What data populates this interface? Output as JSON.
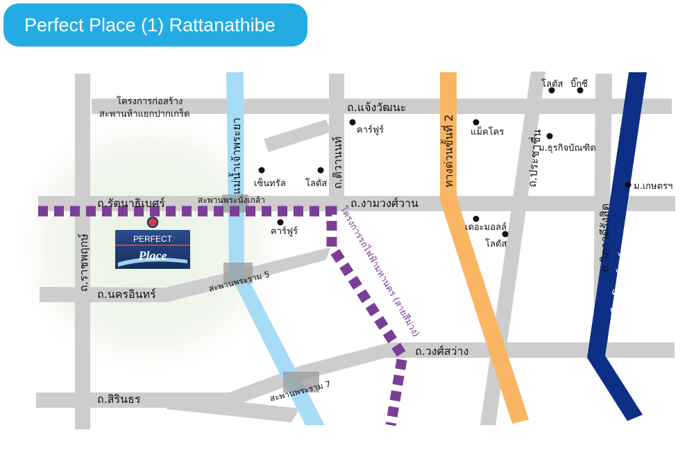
{
  "title": "Perfect Place (1) Rattanathibe",
  "logo": {
    "line1": "PERFECT",
    "line2": "Place"
  },
  "colors": {
    "title_bg": "#22ace3",
    "road": "#cdcdcd",
    "river": "#a7dcf7",
    "expressway": "#f9b563",
    "tollway": "#0e2f86",
    "purple_line": "#7c3d98",
    "marker": "#e03b3b",
    "logo_bg": "#1c3d78"
  },
  "roads": {
    "chaeng_watthana": "ถ.แจ้งวัฒนะ",
    "rattanathibet": "ถ.รัตนาธิเบศร์",
    "ngamwongwan": "ถ.งามวงศ์วาน",
    "nakhon_in": "ถ.นครอินทร์",
    "sirindhorn": "ถ.สิรินธร",
    "wong_sawang": "ถ.วงศ์สว่าง",
    "ratchaphruek": "ถ.ราชพฤกษ์",
    "tiwanon": "ถ.ติวานนท์",
    "prachachuen": "ถ.ประชาชื่น",
    "vibhavadi": "ถ.วิภาวดีรังสิต"
  },
  "river_label": "แม่น้ำเจ้าพระยา",
  "expressway_label": "ทางด่วนขั้นที่ 2",
  "tollway_label": "ดอนเมืองโทลล์เวย์",
  "purple_line_label": "โครงการรถไฟฟ้ามหานคร (สายสีม่วง)",
  "bridges": {
    "nonthaburi": "สะพานพระนั่งเกล้า",
    "rama5": "สะพานพระราม 5",
    "rama7": "สะพานพระราม 7"
  },
  "construction_note": {
    "line1": "โครงการก่อสร้าง",
    "line2": "สะพานห้าแยกปากเกร็ด"
  },
  "pois": {
    "central": "เซ็นทรัล",
    "lotus_tiwanon": "โลตัส",
    "carrefour_chaeng": "คาร์ฟูร์",
    "carrefour_ratt": "คาร์ฟูร์",
    "makro": "แม็คโคร",
    "lotus_top": "โลตัส",
    "bigc": "บิ๊กซี",
    "dpu": "ม.ธุรกิจบัณฑิต",
    "kasetsart": "ม.เกษตรฯ",
    "the_mall": "เดอะมอลล์",
    "lotus_mall": "โลตัส"
  }
}
